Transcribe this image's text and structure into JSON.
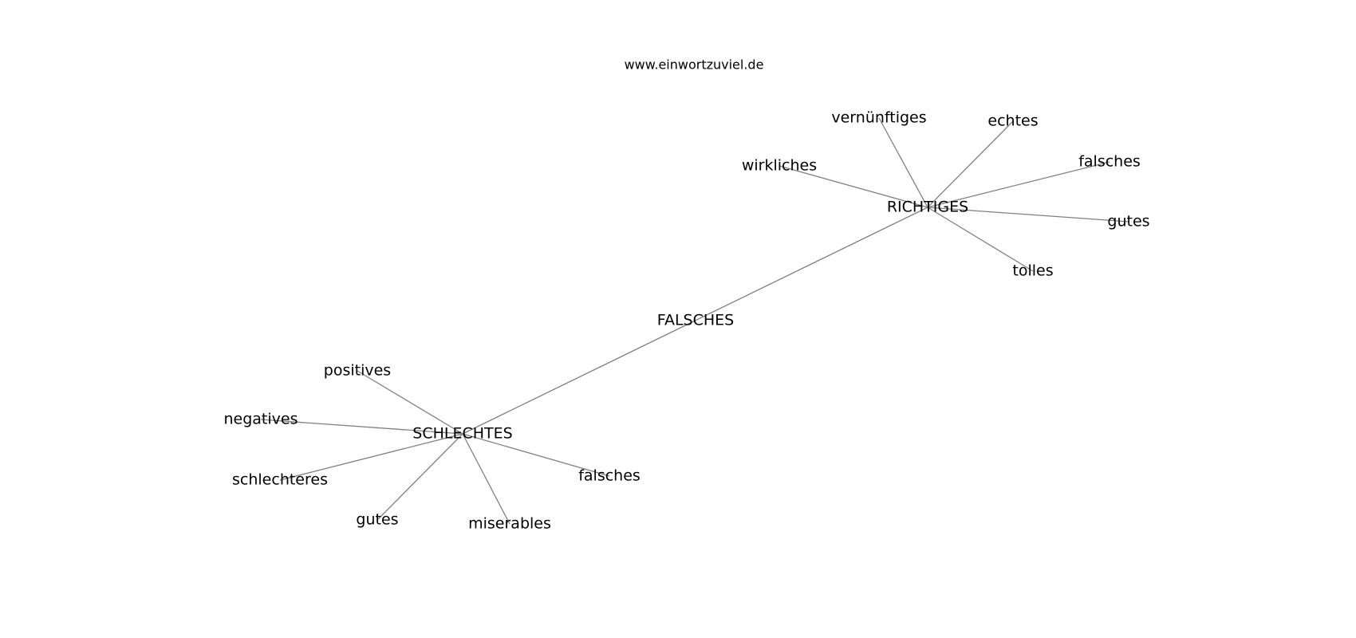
{
  "site": "www.einwortzuviel.de",
  "colors": {
    "edge": "#808080",
    "text": "#000000",
    "background": "#ffffff"
  },
  "nodes": [
    {
      "id": "falsches_center",
      "label": "FALSCHES"
    },
    {
      "id": "richtiges",
      "label": "RICHTIGES"
    },
    {
      "id": "schlechtes",
      "label": "SCHLECHTES"
    },
    {
      "id": "vernuenftiges",
      "label": "vernünftiges"
    },
    {
      "id": "echtes",
      "label": "echtes"
    },
    {
      "id": "wirkliches",
      "label": "wirkliches"
    },
    {
      "id": "falsches_r",
      "label": "falsches"
    },
    {
      "id": "gutes_r",
      "label": "gutes"
    },
    {
      "id": "tolles",
      "label": "tolles"
    },
    {
      "id": "positives",
      "label": "positives"
    },
    {
      "id": "negatives",
      "label": "negatives"
    },
    {
      "id": "schlechteres",
      "label": "schlechteres"
    },
    {
      "id": "gutes_s",
      "label": "gutes"
    },
    {
      "id": "miserables",
      "label": "miserables"
    },
    {
      "id": "falsches_s",
      "label": "falsches"
    }
  ],
  "edges": [
    [
      "richtiges",
      "schlechtes"
    ],
    [
      "richtiges",
      "vernuenftiges"
    ],
    [
      "richtiges",
      "echtes"
    ],
    [
      "richtiges",
      "wirkliches"
    ],
    [
      "richtiges",
      "falsches_r"
    ],
    [
      "richtiges",
      "gutes_r"
    ],
    [
      "richtiges",
      "tolles"
    ],
    [
      "schlechtes",
      "positives"
    ],
    [
      "schlechtes",
      "negatives"
    ],
    [
      "schlechtes",
      "schlechteres"
    ],
    [
      "schlechtes",
      "gutes_s"
    ],
    [
      "schlechtes",
      "miserables"
    ],
    [
      "schlechtes",
      "falsches_s"
    ]
  ]
}
